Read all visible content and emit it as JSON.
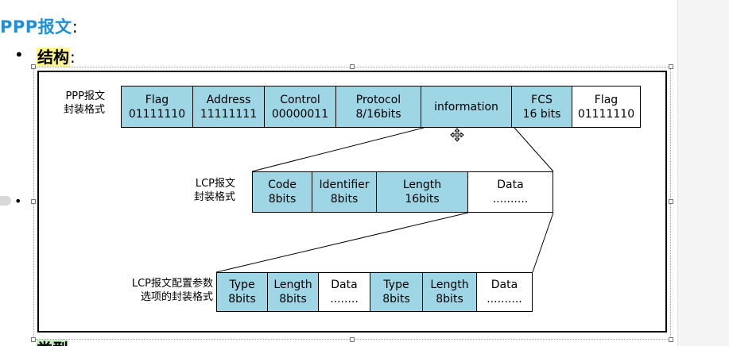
{
  "heading": {
    "title": "PPP报文",
    "colon": ":"
  },
  "bullets": {
    "structure": "结构",
    "colon": ":",
    "next": "类型",
    "next_colon": ":",
    "bullet_char": "•"
  },
  "labels": {
    "ppp": [
      "PPP报文",
      "封装格式"
    ],
    "lcp": [
      "LCP报文",
      "封装格式"
    ],
    "lcp_option": [
      "LCP报文配置参数",
      "选项的封装格式"
    ]
  },
  "ppp_frame": [
    {
      "top": "Flag",
      "bottom": "01111110",
      "style": "teal"
    },
    {
      "top": "Address",
      "bottom": "11111111",
      "style": "teal"
    },
    {
      "top": "Control",
      "bottom": "00000011",
      "style": "teal"
    },
    {
      "top": "Protocol",
      "bottom": "8/16bits",
      "style": "teal"
    },
    {
      "top": "information",
      "bottom": "",
      "style": "teal"
    },
    {
      "top": "FCS",
      "bottom": "16 bits",
      "style": "teal"
    },
    {
      "top": "Flag",
      "bottom": "01111110",
      "style": "plain"
    }
  ],
  "lcp_frame": [
    {
      "top": "Code",
      "bottom": "8bits",
      "style": "teal"
    },
    {
      "top": "Identifier",
      "bottom": "8bits",
      "style": "teal"
    },
    {
      "top": "Length",
      "bottom": "16bits",
      "style": "teal"
    },
    {
      "top": "Data",
      "bottom": "..........",
      "style": "plain"
    }
  ],
  "option_frame": [
    {
      "top": "Type",
      "bottom": "8bits",
      "style": "teal"
    },
    {
      "top": "Length",
      "bottom": "8bits",
      "style": "teal"
    },
    {
      "top": "Data",
      "bottom": "........",
      "style": "plain"
    },
    {
      "top": "Type",
      "bottom": "8bits",
      "style": "teal"
    },
    {
      "top": "Length",
      "bottom": "8bits",
      "style": "teal"
    },
    {
      "top": "Data",
      "bottom": "..........",
      "style": "plain"
    }
  ],
  "icons": {
    "move": "move-cursor-icon"
  },
  "colors": {
    "heading": "#1f8fd6",
    "cell_fill": "#9fd6e6",
    "highlight": "#fff58a"
  }
}
